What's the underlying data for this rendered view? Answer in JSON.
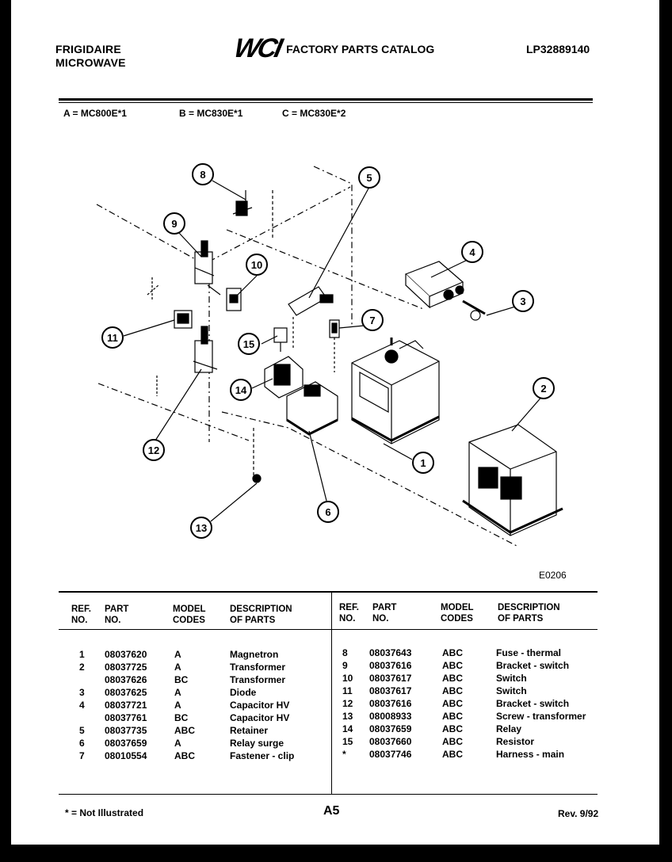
{
  "header": {
    "brand_line1": "FRIGIDAIRE",
    "brand_line2": "MICROWAVE",
    "logo": "WCI",
    "catalog_title": "FACTORY PARTS CATALOG",
    "catalog_number": "LP32889140"
  },
  "models": {
    "a": "A = MC800E*1",
    "b": "B = MC830E*1",
    "c": "C = MC830E*2"
  },
  "diagram": {
    "code": "E0206",
    "callouts": [
      "1",
      "2",
      "3",
      "4",
      "5",
      "6",
      "7",
      "8",
      "9",
      "10",
      "11",
      "12",
      "13",
      "14",
      "15"
    ]
  },
  "table": {
    "headers": {
      "ref_l1": "REF.",
      "ref_l2": "NO.",
      "part_l1": "PART",
      "part_l2": "NO.",
      "model_l1": "MODEL",
      "model_l2": "CODES",
      "desc_l1": "DESCRIPTION",
      "desc_l2": "OF PARTS"
    },
    "left_rows": [
      {
        "ref": "1",
        "part": "08037620",
        "codes": "A",
        "desc": "Magnetron"
      },
      {
        "ref": "2",
        "part": "08037725",
        "codes": "A",
        "desc": "Transformer"
      },
      {
        "ref": "",
        "part": "08037626",
        "codes": "BC",
        "desc": "Transformer"
      },
      {
        "ref": "3",
        "part": "08037625",
        "codes": "A",
        "desc": "Diode"
      },
      {
        "ref": "4",
        "part": "08037721",
        "codes": "A",
        "desc": "Capacitor HV"
      },
      {
        "ref": "",
        "part": "08037761",
        "codes": "BC",
        "desc": "Capacitor HV"
      },
      {
        "ref": "5",
        "part": "08037735",
        "codes": "ABC",
        "desc": "Retainer"
      },
      {
        "ref": "6",
        "part": "08037659",
        "codes": "A",
        "desc": "Relay surge"
      },
      {
        "ref": "7",
        "part": "08010554",
        "codes": "ABC",
        "desc": "Fastener - clip"
      }
    ],
    "right_rows": [
      {
        "ref": "8",
        "part": "08037643",
        "codes": "ABC",
        "desc": "Fuse - thermal"
      },
      {
        "ref": "9",
        "part": "08037616",
        "codes": "ABC",
        "desc": "Bracket - switch"
      },
      {
        "ref": "10",
        "part": "08037617",
        "codes": "ABC",
        "desc": "Switch"
      },
      {
        "ref": "11",
        "part": "08037617",
        "codes": "ABC",
        "desc": "Switch"
      },
      {
        "ref": "12",
        "part": "08037616",
        "codes": "ABC",
        "desc": "Bracket - switch"
      },
      {
        "ref": "13",
        "part": "08008933",
        "codes": "ABC",
        "desc": "Screw - transformer"
      },
      {
        "ref": "14",
        "part": "08037659",
        "codes": "ABC",
        "desc": "Relay"
      },
      {
        "ref": "15",
        "part": "08037660",
        "codes": "ABC",
        "desc": "Resistor"
      },
      {
        "ref": "*",
        "part": "08037746",
        "codes": "ABC",
        "desc": "Harness - main"
      }
    ]
  },
  "footer": {
    "note": "* = Not Illustrated",
    "page": "A5",
    "revision": "Rev. 9/92"
  }
}
